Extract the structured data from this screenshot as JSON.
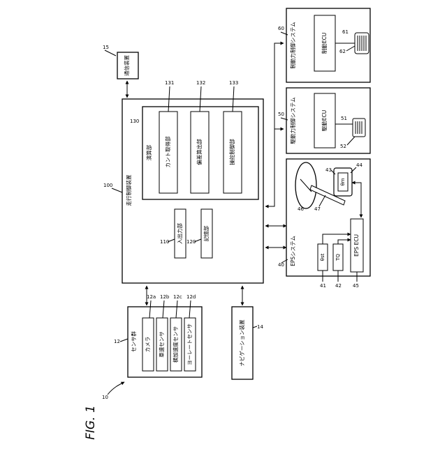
{
  "figure_label": "FIG. 1",
  "system": {
    "ref": "10"
  },
  "comm_device": {
    "ref": "15",
    "label": "通信装置"
  },
  "controller": {
    "ref": "100",
    "label": "走行制御装置",
    "calc": {
      "ref": "130",
      "label": "演算部",
      "cant": {
        "ref": "131",
        "label": "カント取得部"
      },
      "deviation": {
        "ref": "132",
        "label": "偏差算出部"
      },
      "steering": {
        "ref": "133",
        "label": "操舵制御部"
      }
    },
    "io": {
      "ref": "110",
      "label": "入出力部"
    },
    "storage": {
      "ref": "120",
      "label": "記憶部"
    }
  },
  "sensors": {
    "ref": "12",
    "label": "センサ群",
    "camera": {
      "ref": "12a",
      "label": "カメラ"
    },
    "speed": {
      "ref": "12b",
      "label": "車速センサ"
    },
    "accel": {
      "ref": "12c",
      "label": "横加速度センサ"
    },
    "yaw": {
      "ref": "12d",
      "label": "ヨーレートセンサ"
    }
  },
  "navigation": {
    "ref": "14",
    "label": "ナビゲーション装置"
  },
  "brake_system": {
    "ref": "60",
    "label": "制動力制御システム",
    "ecu": {
      "ref": "61",
      "label": "制動ECU"
    },
    "pedal_ref": "62"
  },
  "drive_system": {
    "ref": "50",
    "label": "駆動力制御システム",
    "ecu": {
      "ref": "51",
      "label": "駆動ECU"
    },
    "pedal_ref": "52"
  },
  "eps_system": {
    "ref": "40",
    "label": "EPSシステム",
    "ecu": {
      "ref": "45",
      "label": "EPS ECU"
    },
    "theta_st": {
      "ref": "41",
      "label": "θst"
    },
    "tq": {
      "ref": "42",
      "label": "TQ"
    },
    "theta_m": {
      "label": "θm"
    },
    "motor_ref": "43",
    "sensor_ref": "44",
    "wheel_ref": "46",
    "shaft_ref": "47"
  }
}
